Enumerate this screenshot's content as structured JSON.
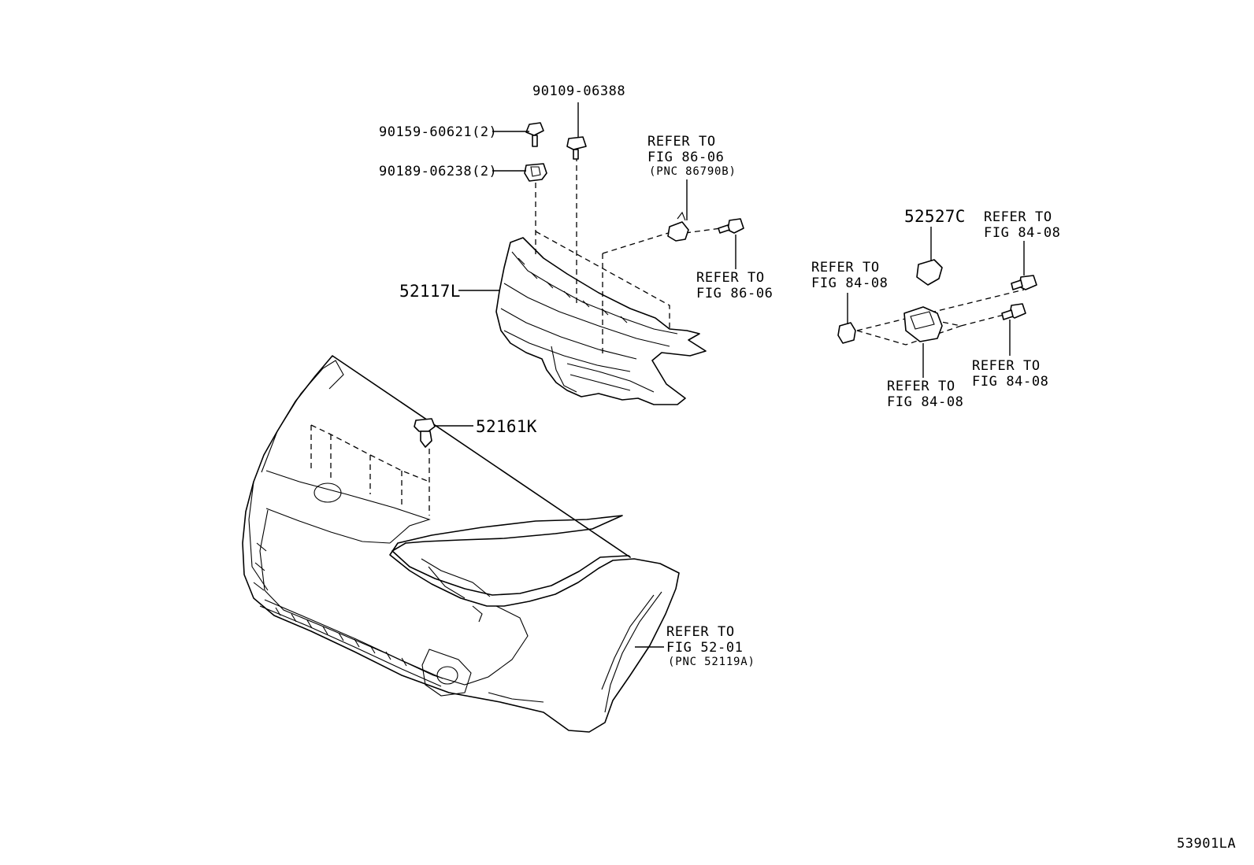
{
  "labels": {
    "p90109": "90109-06388",
    "p90159": "90159-60621(2)",
    "p90189": "90189-06238(2)",
    "p52117L": "52117L",
    "p52161K": "52161K",
    "p52527C": "52527C",
    "refer": "REFER TO",
    "fig8606": "FIG 86-06",
    "pnc86790B": "(PNC 86790B)",
    "fig8408": "FIG 84-08",
    "fig5201": "FIG 52-01",
    "pnc52119A": "(PNC 52119A)",
    "diagram_id": "53901LA"
  }
}
